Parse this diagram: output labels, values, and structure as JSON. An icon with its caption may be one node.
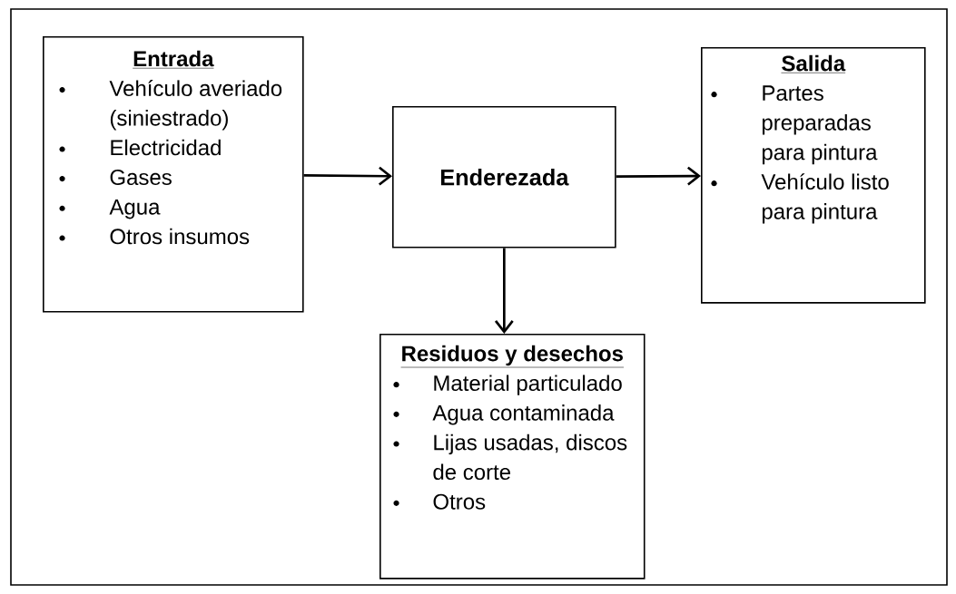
{
  "diagram": {
    "nodes": [
      {
        "text": [
          "Entrada",
          "Vehículo averiado (siniestrado)",
          "Electricidad",
          "Gases",
          "Agua",
          "Otros insumos"
        ]
      },
      {
        "text": [
          "Enderezada"
        ]
      },
      {
        "text": [
          "Salida",
          "Partes preparadas para pintura",
          "Vehículo listo para pintura"
        ]
      },
      {
        "text": [
          "Residuos y desechos",
          "Material particulado",
          "Agua contaminada",
          "Lijas usadas, discos de corte",
          "Otros"
        ]
      }
    ],
    "edges": [
      {
        "from": 0,
        "to": 1,
        "arrow": "to"
      },
      {
        "from": 1,
        "to": 2,
        "arrow": "to"
      },
      {
        "from": 1,
        "to": 3,
        "arrow": "to"
      }
    ]
  }
}
